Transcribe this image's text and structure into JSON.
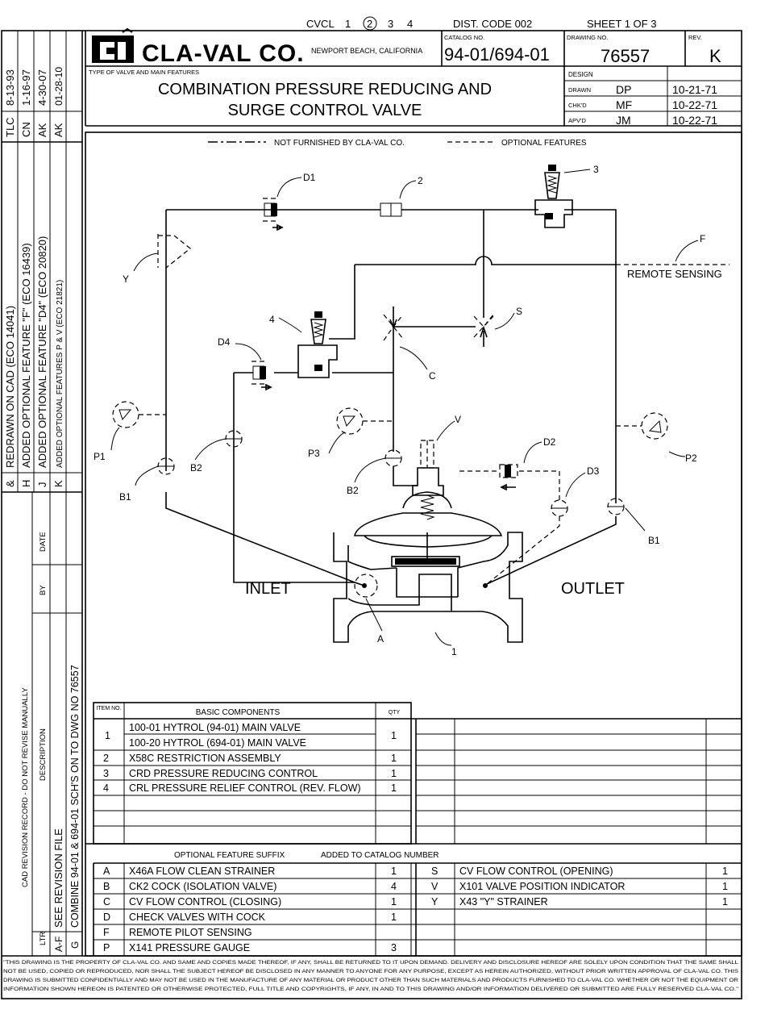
{
  "top": {
    "cvcl_label": "CVCL",
    "cvcl_nums": [
      "1",
      "2",
      "3",
      "4"
    ],
    "dist_code": "DIST. CODE 002",
    "sheet": "SHEET  1  OF  3"
  },
  "title_block": {
    "company": "CLA-VAL CO.",
    "location": "NEWPORT BEACH, CALIFORNIA",
    "catalog_label": "CATALOG NO.",
    "catalog_no": "94-01/694-01",
    "drawing_label": "DRAWING NO.",
    "drawing_no": "76557",
    "rev_label": "REV.",
    "rev": "K",
    "type_label": "TYPE OF VALVE AND MAIN FEATURES",
    "title_line1": "COMBINATION PRESSURE REDUCING AND",
    "title_line2": "SURGE CONTROL VALVE",
    "design_label": "DESIGN",
    "drawn_label": "DRAWN",
    "drawn_by": "DP",
    "drawn_date": "10-21-71",
    "chkd_label": "CHK'D",
    "chkd_by": "MF",
    "chkd_date": "10-22-71",
    "apvd_label": "APV'D",
    "apvd_by": "JM",
    "apvd_date": "10-22-71"
  },
  "revisions": [
    {
      "ltr": "&",
      "desc": "REDRAWN ON CAD (ECO 14041)",
      "by": "TLC",
      "date": "8-13-93"
    },
    {
      "ltr": "H",
      "desc": "ADDED OPTIONAL FEATURE \"F\" (ECO 16439)",
      "by": "CN",
      "date": "1-16-97"
    },
    {
      "ltr": "J",
      "desc": "ADDED OPTIONAL FEATURE \"D4\" (ECO 20820)",
      "by": "AK",
      "date": "4-30-07"
    },
    {
      "ltr": "K",
      "desc": "ADDED OPTIONAL FEATURES P & V (ECO 21821)",
      "by": "AK",
      "date": "01-28-10"
    }
  ],
  "cad_record": {
    "title": "CAD REVISION RECORD - DO NOT REVISE MANUALLY",
    "col_ltr": "LTR",
    "col_desc": "DESCRIPTION",
    "col_by": "BY",
    "col_date": "DATE",
    "row1_ltr": "A-F",
    "row1_desc": "SEE REVISION FILE",
    "row2_ltr": "G",
    "row2_desc": "COMBINE 94-01 & 694-01 SCH'S ON TO DWG NO 76557"
  },
  "legend": {
    "not_furnished": "NOT FURNISHED BY CLA-VAL CO.",
    "optional": "OPTIONAL FEATURES"
  },
  "diagram_labels": {
    "inlet": "INLET",
    "outlet": "OUTLET",
    "remote_sensing": "REMOTE SENSING",
    "tags": [
      "D1",
      "2",
      "3",
      "F",
      "Y",
      "4",
      "D4",
      "S",
      "C",
      "V",
      "P1",
      "B2",
      "P3",
      "B2",
      "D2",
      "D3",
      "P2",
      "B1",
      "B1",
      "A",
      "1"
    ]
  },
  "basic": {
    "col_item": "ITEM NO.",
    "col_desc": "BASIC COMPONENTS",
    "col_qty": "QTY",
    "rows": [
      {
        "item": "1",
        "desc": "100-01 HYTROL (94-01) MAIN VALVE",
        "qty": "1"
      },
      {
        "item": "",
        "desc": "100-20 HYTROL (694-01) MAIN VALVE",
        "qty": ""
      },
      {
        "item": "2",
        "desc": "X58C RESTRICTION ASSEMBLY",
        "qty": "1"
      },
      {
        "item": "3",
        "desc": "CRD PRESSURE REDUCING CONTROL",
        "qty": "1"
      },
      {
        "item": "4",
        "desc": "CRL PRESSURE RELIEF CONTROL (REV. FLOW)",
        "qty": "1"
      }
    ]
  },
  "optional": {
    "title": "OPTIONAL FEATURE SUFFIX",
    "added": "ADDED TO CATALOG NUMBER",
    "left": [
      {
        "code": "A",
        "desc": "X46A FLOW CLEAN STRAINER",
        "qty": "1"
      },
      {
        "code": "B",
        "desc": "CK2 COCK (ISOLATION VALVE)",
        "qty": "4"
      },
      {
        "code": "C",
        "desc": "CV FLOW CONTROL (CLOSING)",
        "qty": "1"
      },
      {
        "code": "D",
        "desc": "CHECK VALVES WITH COCK",
        "qty": "1"
      },
      {
        "code": "F",
        "desc": "REMOTE PILOT SENSING",
        "qty": ""
      },
      {
        "code": "P",
        "desc": "X141 PRESSURE GAUGE",
        "qty": "3"
      }
    ],
    "right": [
      {
        "code": "S",
        "desc": "CV FLOW CONTROL (OPENING)",
        "qty": "1"
      },
      {
        "code": "V",
        "desc": "X101 VALVE POSITION INDICATOR",
        "qty": "1"
      },
      {
        "code": "Y",
        "desc": "X43 \"Y\" STRAINER",
        "qty": "1"
      }
    ]
  },
  "footer": {
    "line1": "\"THIS DRAWING IS THE PROPERTY OF CLA-VAL CO. AND SAME AND COPIES MADE THEREOF, IF ANY, SHALL BE RETURNED TO IT UPON DEMAND. DELIVERY AND DISCLOSURE HEREOF ARE SOLELY UPON CONDITION THAT THE SAME SHALL",
    "line2": "NOT BE USED, COPIED OR REPRODUCED, NOR SHALL THE SUBJECT HEREOF BE DISCLOSED IN ANY MANNER TO ANYONE FOR ANY PURPOSE, EXCEPT AS HEREIN AUTHORIZED, WITHOUT PRIOR WRITTEN APPROVAL OF CLA-VAL CO. THIS",
    "line3": "DRAWING IS SUBMITTED CONFIDENTIALLY AND MAY NOT BE USED IN THE MANUFACTURE OF ANY MATERIAL OR PRODUCT OTHER THAN SUCH MATERIALS AND PRODUCTS FURNISHED TO CLA-VAL CO. WHETHER OR NOT THE EQUIPMENT OR",
    "line4": "INFORMATION SHOWN HEREON IS PATENTED OR OTHERWISE PROTECTED, FULL TITLE AND COPYRIGHTS, IF ANY, IN AND TO THIS DRAWING AND/OR INFORMATION DELIVERED OR SUBMITTED ARE FULLY RESERVED CLA-VAL CO.\""
  }
}
